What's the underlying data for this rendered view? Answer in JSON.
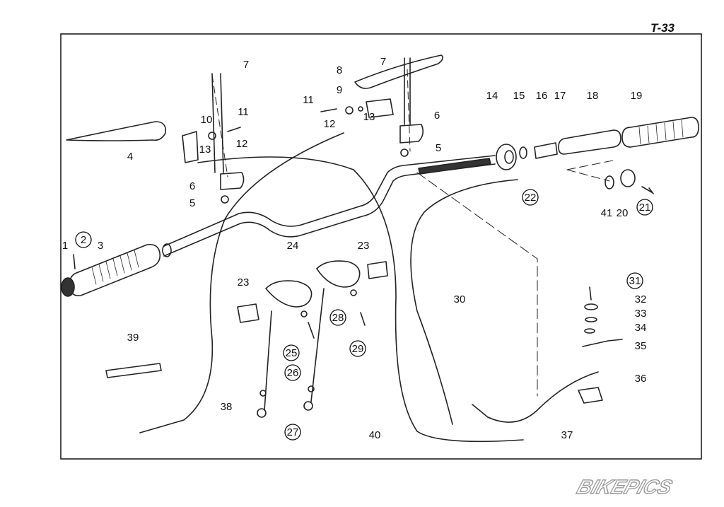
{
  "page_ref": "T-33",
  "watermark": "BIKEPICS",
  "parts": [
    {
      "num": "1",
      "circled": false
    },
    {
      "num": "2",
      "circled": true
    },
    {
      "num": "3",
      "circled": false
    },
    {
      "num": "4",
      "circled": false
    },
    {
      "num": "5",
      "circled": false
    },
    {
      "num": "5",
      "circled": false
    },
    {
      "num": "6",
      "circled": false
    },
    {
      "num": "6",
      "circled": false
    },
    {
      "num": "7",
      "circled": false
    },
    {
      "num": "7",
      "circled": false
    },
    {
      "num": "8",
      "circled": false
    },
    {
      "num": "9",
      "circled": false
    },
    {
      "num": "10",
      "circled": false
    },
    {
      "num": "11",
      "circled": false
    },
    {
      "num": "11",
      "circled": false
    },
    {
      "num": "12",
      "circled": false
    },
    {
      "num": "12",
      "circled": false
    },
    {
      "num": "13",
      "circled": false
    },
    {
      "num": "13",
      "circled": false
    },
    {
      "num": "14",
      "circled": false
    },
    {
      "num": "15",
      "circled": false
    },
    {
      "num": "16",
      "circled": false
    },
    {
      "num": "17",
      "circled": false
    },
    {
      "num": "18",
      "circled": false
    },
    {
      "num": "19",
      "circled": false
    },
    {
      "num": "20",
      "circled": false
    },
    {
      "num": "21",
      "circled": true
    },
    {
      "num": "22",
      "circled": true
    },
    {
      "num": "23",
      "circled": false
    },
    {
      "num": "23",
      "circled": false
    },
    {
      "num": "24",
      "circled": false
    },
    {
      "num": "25",
      "circled": true
    },
    {
      "num": "26",
      "circled": true
    },
    {
      "num": "27",
      "circled": true
    },
    {
      "num": "28",
      "circled": true
    },
    {
      "num": "29",
      "circled": true
    },
    {
      "num": "30",
      "circled": false
    },
    {
      "num": "31",
      "circled": true
    },
    {
      "num": "32",
      "circled": false
    },
    {
      "num": "33",
      "circled": false
    },
    {
      "num": "34",
      "circled": false
    },
    {
      "num": "35",
      "circled": false
    },
    {
      "num": "36",
      "circled": false
    },
    {
      "num": "37",
      "circled": false
    },
    {
      "num": "38",
      "circled": false
    },
    {
      "num": "39",
      "circled": false
    },
    {
      "num": "40",
      "circled": false
    },
    {
      "num": "41",
      "circled": false
    }
  ]
}
